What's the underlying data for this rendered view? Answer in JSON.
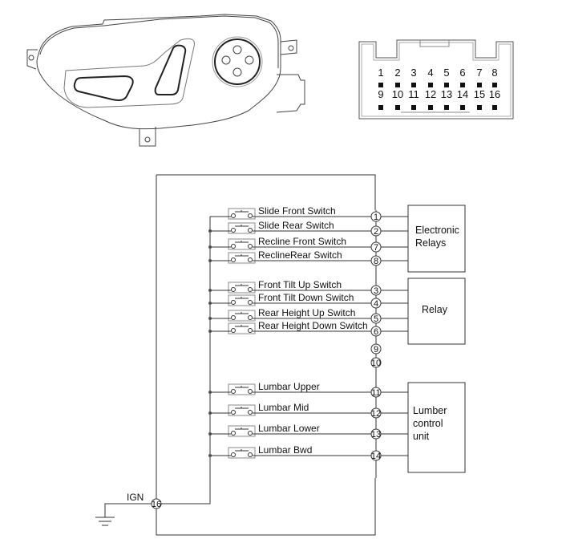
{
  "title": "Power Seat Switch Circuit Diagram",
  "connector": {
    "name": "16-pin connector face",
    "row1": [
      "1",
      "2",
      "3",
      "4",
      "5",
      "6",
      "7",
      "8"
    ],
    "row2": [
      "9",
      "10",
      "11",
      "12",
      "13",
      "14",
      "15",
      "16"
    ]
  },
  "switches": [
    {
      "label": "Slide Front Switch",
      "pin": "1"
    },
    {
      "label": "Slide Rear Switch",
      "pin": "2"
    },
    {
      "label": "Recline Front Switch",
      "pin": "7"
    },
    {
      "label": "ReclineRear Switch",
      "pin": "8"
    },
    {
      "label": "Front Tilt Up Switch",
      "pin": "3"
    },
    {
      "label": "Front Tilt Down Switch",
      "pin": "4"
    },
    {
      "label": "Rear Height Up Switch",
      "pin": "5"
    },
    {
      "label": "Rear Height Down Switch",
      "pin": "6"
    },
    {
      "label": "Lumbar Upper",
      "pin": "11"
    },
    {
      "label": "Lumbar Mid",
      "pin": "12"
    },
    {
      "label": "Lumbar Lower",
      "pin": "13"
    },
    {
      "label": "Lumbar Bwd",
      "pin": "14"
    }
  ],
  "unused_pins": [
    "9",
    "10"
  ],
  "power_pin": {
    "label": "IGN",
    "pin": "16"
  },
  "boxes": {
    "electronic_relays": [
      "Electronic",
      "Relays"
    ],
    "relay": [
      "Relay"
    ],
    "lumber": [
      "Lumber",
      "control",
      "unit"
    ]
  },
  "colors": {
    "line": "#333333",
    "text": "#111111",
    "switch_box": "#888888"
  }
}
